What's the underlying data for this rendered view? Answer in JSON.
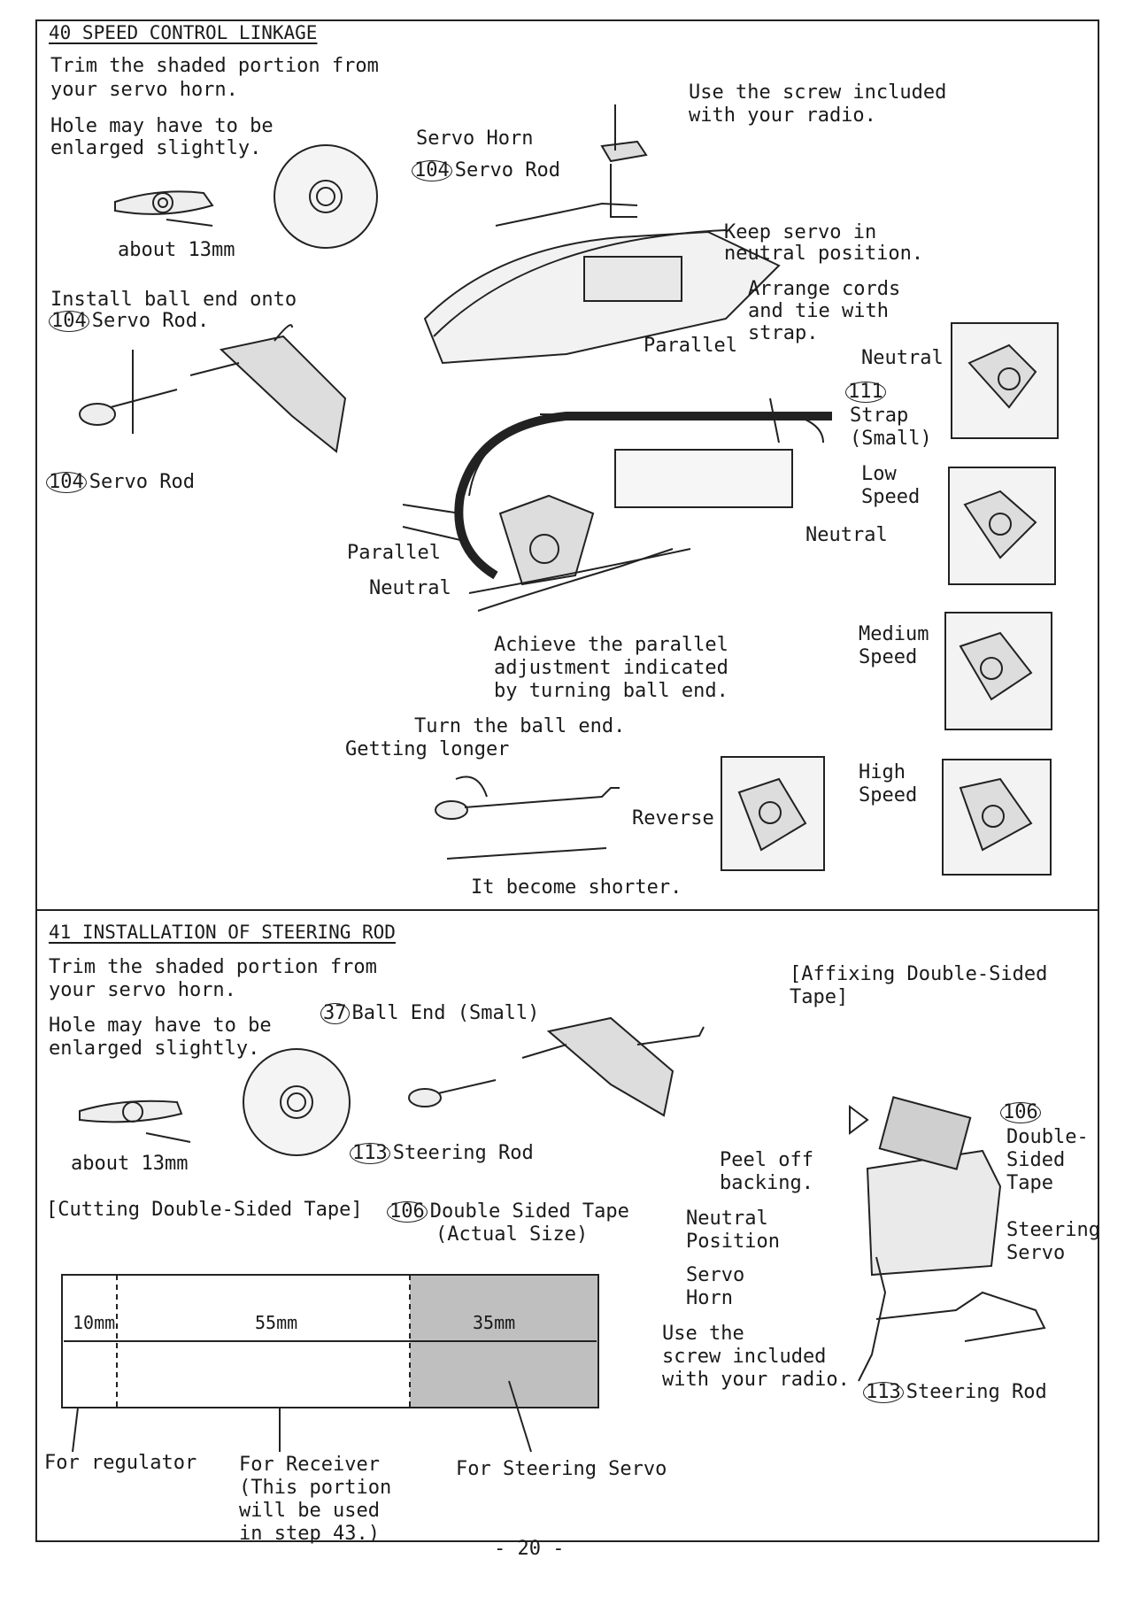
{
  "section40": {
    "heading": "40 SPEED CONTROL LINKAGE",
    "trim_line1": "Trim the shaded portion from",
    "trim_line2": "your servo horn.",
    "hole_line1": "Hole may have to be",
    "hole_line2": "enlarged slightly.",
    "about": "about 13mm",
    "install_line1": "Install ball end onto",
    "install_num": "104",
    "install_line2": "Servo Rod.",
    "servo_rod_num": "104",
    "servo_rod": "Servo Rod",
    "screw_line1": "Use the screw included",
    "screw_line2": "with your radio.",
    "servo_horn": "Servo Horn",
    "servo_rod_top_num": "104",
    "servo_rod_top": "Servo Rod",
    "keep_line1": "Keep servo in",
    "keep_line2": "neutral position.",
    "arrange_line1": "Arrange cords",
    "arrange_line2": "and tie with",
    "arrange_line3": "strap.",
    "parallel_top": "Parallel",
    "neutral_top": "Neutral",
    "strap_num": "111",
    "strap_line1": "Strap",
    "strap_line2": "(Small)",
    "low_line1": "Low",
    "low_line2": "Speed",
    "neutral_mid": "Neutral",
    "parallel_left": "Parallel",
    "neutral_left": "Neutral",
    "achieve_line1": "Achieve the parallel",
    "achieve_line2": "adjustment indicated",
    "achieve_line3": "by turning ball end.",
    "medium_line1": "Medium",
    "medium_line2": "Speed",
    "turn_line1": "Turn the ball end.",
    "turn_line2": "Getting longer",
    "reverse": "Reverse",
    "high_line1": "High",
    "high_line2": "Speed",
    "shorter": "It become shorter."
  },
  "section41": {
    "heading": "41 INSTALLATION OF STEERING ROD",
    "trim_line1": "Trim the shaded portion from",
    "trim_line2": "your servo horn.",
    "hole_line1": "Hole may have to be",
    "hole_line2": "enlarged slightly.",
    "about": "about 13mm",
    "ball_num": "37",
    "ball_end": "Ball End (Small)",
    "steering_rod_num": "113",
    "steering_rod": "Steering Rod",
    "affix_line1": "[Affixing Double-Sided",
    "affix_line2": "Tape]",
    "cutting": "[Cutting Double-Sided Tape]",
    "tape_num": "106",
    "tape_line1": "Double Sided Tape",
    "tape_line2": "(Actual Size)",
    "dim_10": "10mm",
    "dim_55": "55mm",
    "dim_35": "35mm",
    "for_regulator": "For regulator",
    "receiver_line1": "For Receiver",
    "receiver_line2": "(This portion",
    "receiver_line3": "will be used",
    "receiver_line4": "in step 43.)",
    "for_steering": "For Steering Servo",
    "peel_line1": "Peel off",
    "peel_line2": "backing.",
    "dst_num": "106",
    "dst_line1": "Double-",
    "dst_line2": "Sided",
    "dst_line3": "Tape",
    "neutral_line1": "Neutral",
    "neutral_line2": "Position",
    "steering_servo_line1": "Steering",
    "steering_servo_line2": "Servo",
    "horn_line1": "Servo",
    "horn_line2": "Horn",
    "screw_line1": "Use the",
    "screw_line2": "screw included",
    "screw_line3": "with your radio.",
    "steer_rod_num": "113",
    "steer_rod": "Steering Rod"
  },
  "page_number": "- 20 -"
}
